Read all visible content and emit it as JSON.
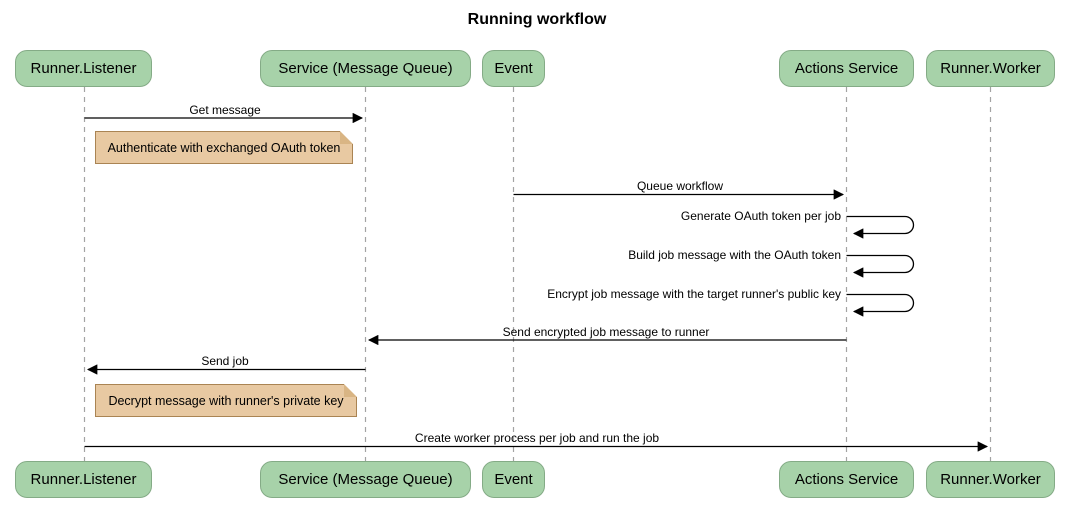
{
  "title": "Running workflow",
  "participants": [
    {
      "id": "runner-listener",
      "label": "Runner.Listener"
    },
    {
      "id": "service-message-queue",
      "label": "Service (Message Queue)"
    },
    {
      "id": "event",
      "label": "Event"
    },
    {
      "id": "actions-service",
      "label": "Actions Service"
    },
    {
      "id": "runner-worker",
      "label": "Runner.Worker"
    }
  ],
  "messages": [
    {
      "from": "Runner.Listener",
      "to": "Service (Message Queue)",
      "label": "Get message"
    },
    {
      "from": "Event",
      "to": "Actions Service",
      "label": "Queue workflow"
    },
    {
      "from": "Actions Service",
      "to": "Actions Service",
      "label": "Generate OAuth token per job"
    },
    {
      "from": "Actions Service",
      "to": "Actions Service",
      "label": "Build job message with the OAuth token"
    },
    {
      "from": "Actions Service",
      "to": "Actions Service",
      "label": "Encrypt job message with the target runner's public key"
    },
    {
      "from": "Actions Service",
      "to": "Service (Message Queue)",
      "label": "Send encrypted job message to runner"
    },
    {
      "from": "Service (Message Queue)",
      "to": "Runner.Listener",
      "label": "Send job"
    },
    {
      "from": "Runner.Listener",
      "to": "Runner.Worker",
      "label": "Create worker process per job and run the job"
    }
  ],
  "notes": [
    {
      "over": "Runner.Listener",
      "label": "Authenticate with exchanged OAuth token"
    },
    {
      "over": "Runner.Listener",
      "label": "Decrypt message with runner's private key"
    }
  ],
  "colors": {
    "participant_fill": "#a7d2a9",
    "participant_border": "#84ab86",
    "note_fill": "#e8c9a2",
    "note_border": "#aa8453",
    "lifeline": "#a3a3a3",
    "arrow": "#000000",
    "background": "#ffffff"
  }
}
